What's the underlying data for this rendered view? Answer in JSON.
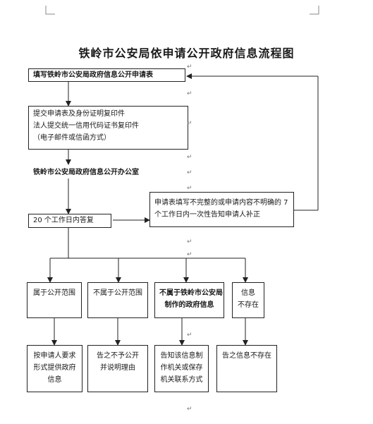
{
  "title": "铁岭市公安局依申请公开政府信息流程图",
  "steps": {
    "apply_form": "填写铁岭市公安局政府信息公开申请表",
    "submit": [
      "提交申请表及身份证明复印件",
      "法人提交统一信用代码证书复印件",
      "（电子邮件或信函方式）"
    ],
    "office": "铁岭市公安局政府信息公开办公室",
    "reply": "20 个工作日内答复",
    "supplement": [
      "申请表填写不完整的或申请内容不明确的 7",
      "个工作日内一次性告知申请人补正"
    ]
  },
  "categories": [
    {
      "label": [
        "属于公开范围"
      ],
      "bold": false
    },
    {
      "label": [
        "不属于公开范围"
      ],
      "bold": false
    },
    {
      "label": [
        "不属于铁岭市公安局",
        "制作的政府信息"
      ],
      "bold": true
    },
    {
      "label": [
        "信息",
        "不存在"
      ],
      "bold": false
    }
  ],
  "outcomes": [
    [
      "按申请人要求",
      "形式提供政府",
      "信息"
    ],
    [
      "告之不予公开",
      "并说明理由"
    ],
    [
      "告知该信息制",
      "作机关或保存",
      "机关联系方式"
    ],
    [
      "告之信息不存在"
    ]
  ],
  "colors": {
    "border": "#222222",
    "text": "#1a1a1a",
    "mark": "#777777"
  }
}
